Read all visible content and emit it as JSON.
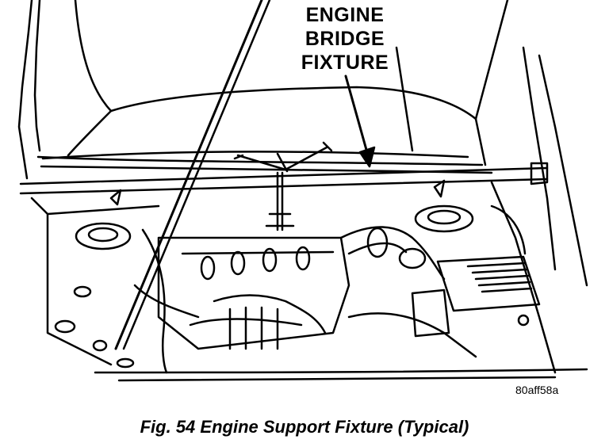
{
  "figure": {
    "callout_lines": [
      "ENGINE",
      "BRIDGE",
      "FIXTURE"
    ],
    "reference_code": "80aff58a",
    "caption": "Fig. 54 Engine Support Fixture (Typical)"
  },
  "style": {
    "line_color": "#000000",
    "background": "#ffffff"
  },
  "icons": [
    "arrow-pointer-icon"
  ]
}
